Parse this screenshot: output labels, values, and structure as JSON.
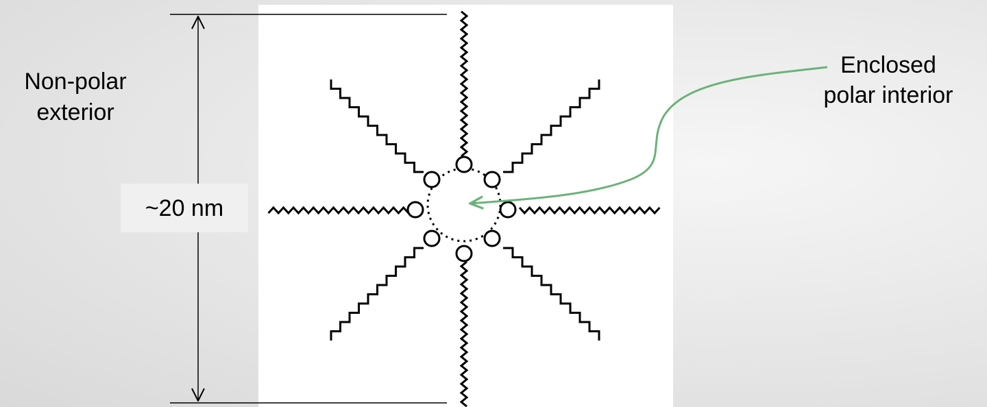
{
  "labels": {
    "exterior_line1": "Non-polar",
    "exterior_line2": "exterior",
    "dimension": "~20 nm",
    "interior_line1": "Enclosed",
    "interior_line2": "polar interior"
  },
  "colors": {
    "interior_arrow": "#6bb27a",
    "panel": "#ffffff",
    "dimension_box": "#f0f0f0",
    "ink": "#000000"
  },
  "micelle": {
    "tail_count": 8,
    "zigzag_tail_directions": [
      "up",
      "down",
      "left",
      "right"
    ],
    "stepped_tail_directions": [
      "upper-left",
      "upper-right",
      "lower-left",
      "lower-right"
    ]
  }
}
